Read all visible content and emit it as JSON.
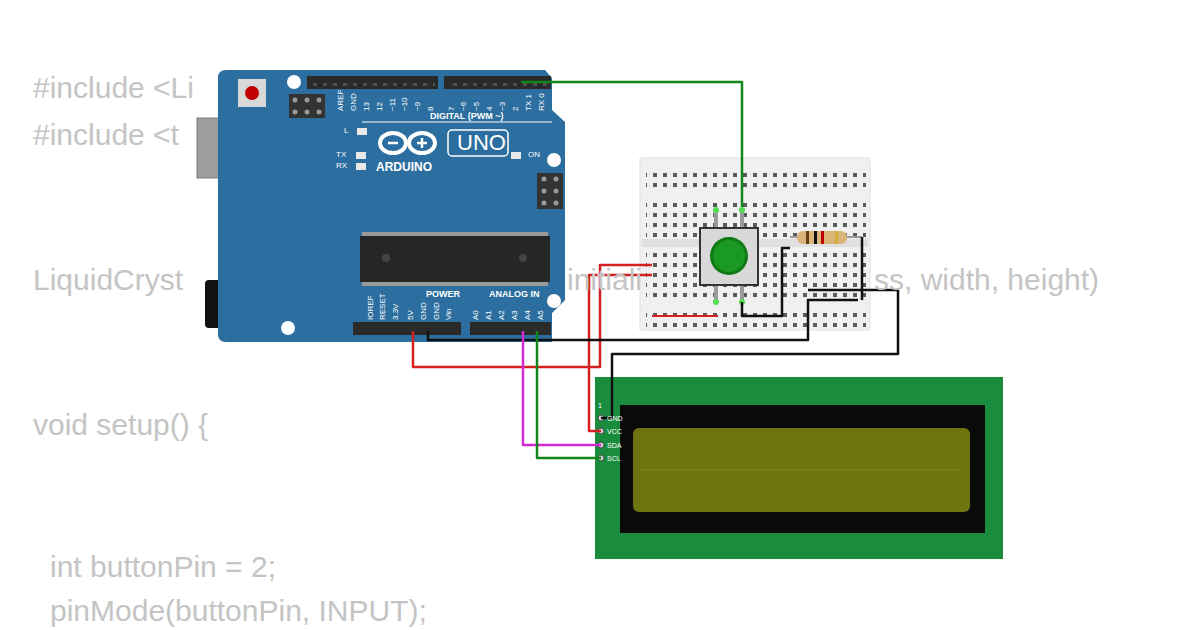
{
  "diagram": {
    "labels": [
      "#include <Li",
      "#include <t",
      "LiquidCryst",
      "initiali",
      "ss, width, height)",
      "void setup() {",
      "int buttonPin = 2;",
      "pinMode(buttonPin, INPUT);",
      "AREF",
      "GND",
      "13",
      "12",
      "~11",
      "~10",
      "~9",
      "8",
      "7",
      "~6",
      "~5",
      "4",
      "~3",
      "2",
      "TX 1",
      "RX 0",
      "DIGITAL (PWM ~)",
      "L",
      "TX",
      "RX",
      "UNO",
      "ARDUINO",
      "ON",
      "IOREF",
      "RESET",
      "3.3V",
      "5V",
      "GND",
      "GND",
      "Vin",
      "POWER",
      "ANALOG IN",
      "A0",
      "A1",
      "A2",
      "A3",
      "A4",
      "A5",
      "1",
      "GND",
      "VCC",
      "SDA",
      "SCL"
    ]
  }
}
